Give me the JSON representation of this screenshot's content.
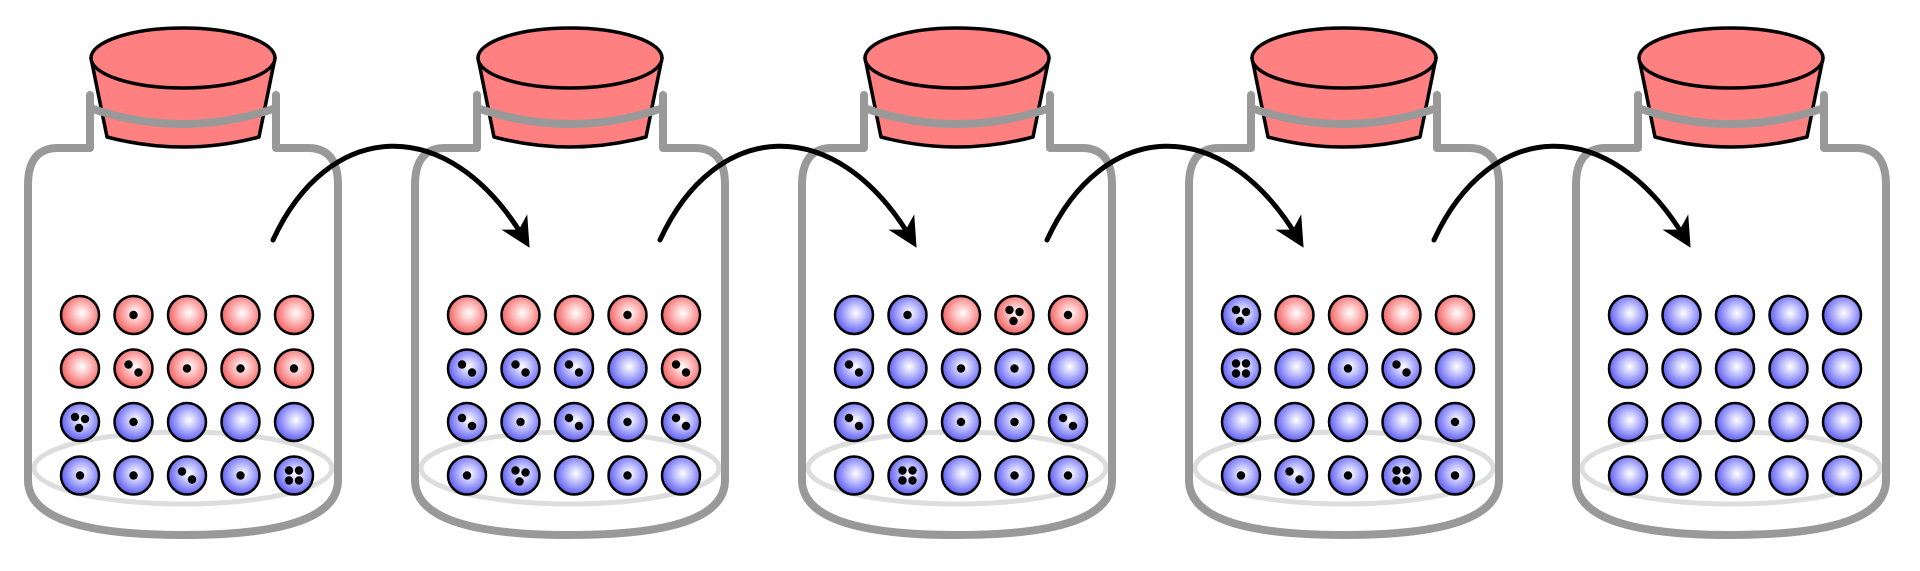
{
  "colors": {
    "red": "#ff7f7f",
    "blue": "#7f7fff",
    "lid": "#ff8080",
    "jar_outline": "#999999",
    "arrow": "#000000",
    "dot": "#000000"
  },
  "jars": [
    {
      "rows": [
        [
          {
            "c": "red",
            "d": 0
          },
          {
            "c": "red",
            "d": 1
          },
          {
            "c": "red",
            "d": 0
          },
          {
            "c": "red",
            "d": 0
          },
          {
            "c": "red",
            "d": 0
          }
        ],
        [
          {
            "c": "red",
            "d": 0
          },
          {
            "c": "red",
            "d": 2
          },
          {
            "c": "red",
            "d": 1
          },
          {
            "c": "red",
            "d": 1
          },
          {
            "c": "red",
            "d": 1
          }
        ],
        [
          {
            "c": "blue",
            "d": 3
          },
          {
            "c": "blue",
            "d": 1
          },
          {
            "c": "blue",
            "d": 0
          },
          {
            "c": "blue",
            "d": 0
          },
          {
            "c": "blue",
            "d": 0
          }
        ],
        [
          {
            "c": "blue",
            "d": 1
          },
          {
            "c": "blue",
            "d": 1
          },
          {
            "c": "blue",
            "d": 2
          },
          {
            "c": "blue",
            "d": 1
          },
          {
            "c": "blue",
            "d": 4
          }
        ]
      ]
    },
    {
      "rows": [
        [
          {
            "c": "red",
            "d": 0
          },
          {
            "c": "red",
            "d": 0
          },
          {
            "c": "red",
            "d": 0
          },
          {
            "c": "red",
            "d": 1
          },
          {
            "c": "red",
            "d": 0
          }
        ],
        [
          {
            "c": "blue",
            "d": 2
          },
          {
            "c": "blue",
            "d": 2
          },
          {
            "c": "blue",
            "d": 2
          },
          {
            "c": "blue",
            "d": 0
          },
          {
            "c": "red",
            "d": 2
          }
        ],
        [
          {
            "c": "blue",
            "d": 2
          },
          {
            "c": "blue",
            "d": 1
          },
          {
            "c": "blue",
            "d": 2
          },
          {
            "c": "blue",
            "d": 1
          },
          {
            "c": "blue",
            "d": 2
          }
        ],
        [
          {
            "c": "blue",
            "d": 1
          },
          {
            "c": "blue",
            "d": 3
          },
          {
            "c": "blue",
            "d": 0
          },
          {
            "c": "blue",
            "d": 1
          },
          {
            "c": "blue",
            "d": 0
          }
        ]
      ]
    },
    {
      "rows": [
        [
          {
            "c": "blue",
            "d": 0
          },
          {
            "c": "blue",
            "d": 1
          },
          {
            "c": "red",
            "d": 0
          },
          {
            "c": "red",
            "d": 3
          },
          {
            "c": "red",
            "d": 1
          }
        ],
        [
          {
            "c": "blue",
            "d": 2
          },
          {
            "c": "blue",
            "d": 0
          },
          {
            "c": "blue",
            "d": 1
          },
          {
            "c": "blue",
            "d": 1
          },
          {
            "c": "blue",
            "d": 0
          }
        ],
        [
          {
            "c": "blue",
            "d": 2
          },
          {
            "c": "blue",
            "d": 0
          },
          {
            "c": "blue",
            "d": 1
          },
          {
            "c": "blue",
            "d": 1
          },
          {
            "c": "blue",
            "d": 2
          }
        ],
        [
          {
            "c": "blue",
            "d": 0
          },
          {
            "c": "blue",
            "d": 4
          },
          {
            "c": "blue",
            "d": 0
          },
          {
            "c": "blue",
            "d": 1
          },
          {
            "c": "blue",
            "d": 1
          }
        ]
      ]
    },
    {
      "rows": [
        [
          {
            "c": "blue",
            "d": 3
          },
          {
            "c": "red",
            "d": 0
          },
          {
            "c": "red",
            "d": 0
          },
          {
            "c": "red",
            "d": 0
          },
          {
            "c": "red",
            "d": 0
          }
        ],
        [
          {
            "c": "blue",
            "d": 4
          },
          {
            "c": "blue",
            "d": 0
          },
          {
            "c": "blue",
            "d": 1
          },
          {
            "c": "blue",
            "d": 2
          },
          {
            "c": "blue",
            "d": 0
          }
        ],
        [
          {
            "c": "blue",
            "d": 0
          },
          {
            "c": "blue",
            "d": 0
          },
          {
            "c": "blue",
            "d": 0
          },
          {
            "c": "blue",
            "d": 0
          },
          {
            "c": "blue",
            "d": 1
          }
        ],
        [
          {
            "c": "blue",
            "d": 1
          },
          {
            "c": "blue",
            "d": 2
          },
          {
            "c": "blue",
            "d": 1
          },
          {
            "c": "blue",
            "d": 4
          },
          {
            "c": "blue",
            "d": 1
          }
        ]
      ]
    },
    {
      "rows": [
        [
          {
            "c": "blue",
            "d": 0
          },
          {
            "c": "blue",
            "d": 0
          },
          {
            "c": "blue",
            "d": 0
          },
          {
            "c": "blue",
            "d": 0
          },
          {
            "c": "blue",
            "d": 0
          }
        ],
        [
          {
            "c": "blue",
            "d": 0
          },
          {
            "c": "blue",
            "d": 0
          },
          {
            "c": "blue",
            "d": 0
          },
          {
            "c": "blue",
            "d": 0
          },
          {
            "c": "blue",
            "d": 0
          }
        ],
        [
          {
            "c": "blue",
            "d": 0
          },
          {
            "c": "blue",
            "d": 0
          },
          {
            "c": "blue",
            "d": 0
          },
          {
            "c": "blue",
            "d": 0
          },
          {
            "c": "blue",
            "d": 0
          }
        ],
        [
          {
            "c": "blue",
            "d": 0
          },
          {
            "c": "blue",
            "d": 0
          },
          {
            "c": "blue",
            "d": 0
          },
          {
            "c": "blue",
            "d": 0
          },
          {
            "c": "blue",
            "d": 0
          }
        ]
      ]
    }
  ],
  "arrows": [
    {
      "from": 0,
      "to": 1
    },
    {
      "from": 1,
      "to": 2
    },
    {
      "from": 2,
      "to": 3
    },
    {
      "from": 3,
      "to": 4
    }
  ]
}
